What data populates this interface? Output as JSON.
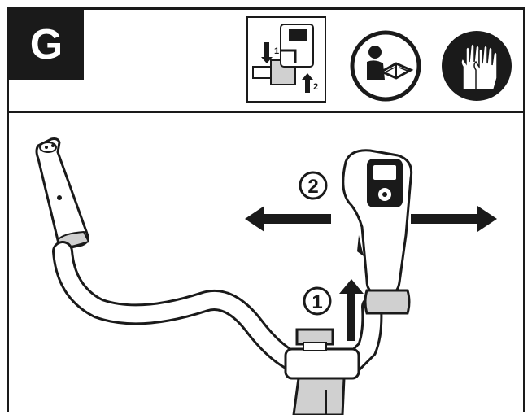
{
  "header": {
    "step_letter": "G"
  },
  "icons": {
    "assembly_thumbnail": "assembly-thumbnail-icon",
    "read_manual": "read-manual-icon",
    "wear_gloves": "wear-gloves-icon"
  },
  "thumbnail": {
    "step_1": "1",
    "step_2": "2"
  },
  "illustration": {
    "step_1_label": "1",
    "step_2_label": "2"
  },
  "colors": {
    "ink": "#1a1a1a",
    "paper": "#ffffff",
    "shade": "#d0d0d0"
  }
}
